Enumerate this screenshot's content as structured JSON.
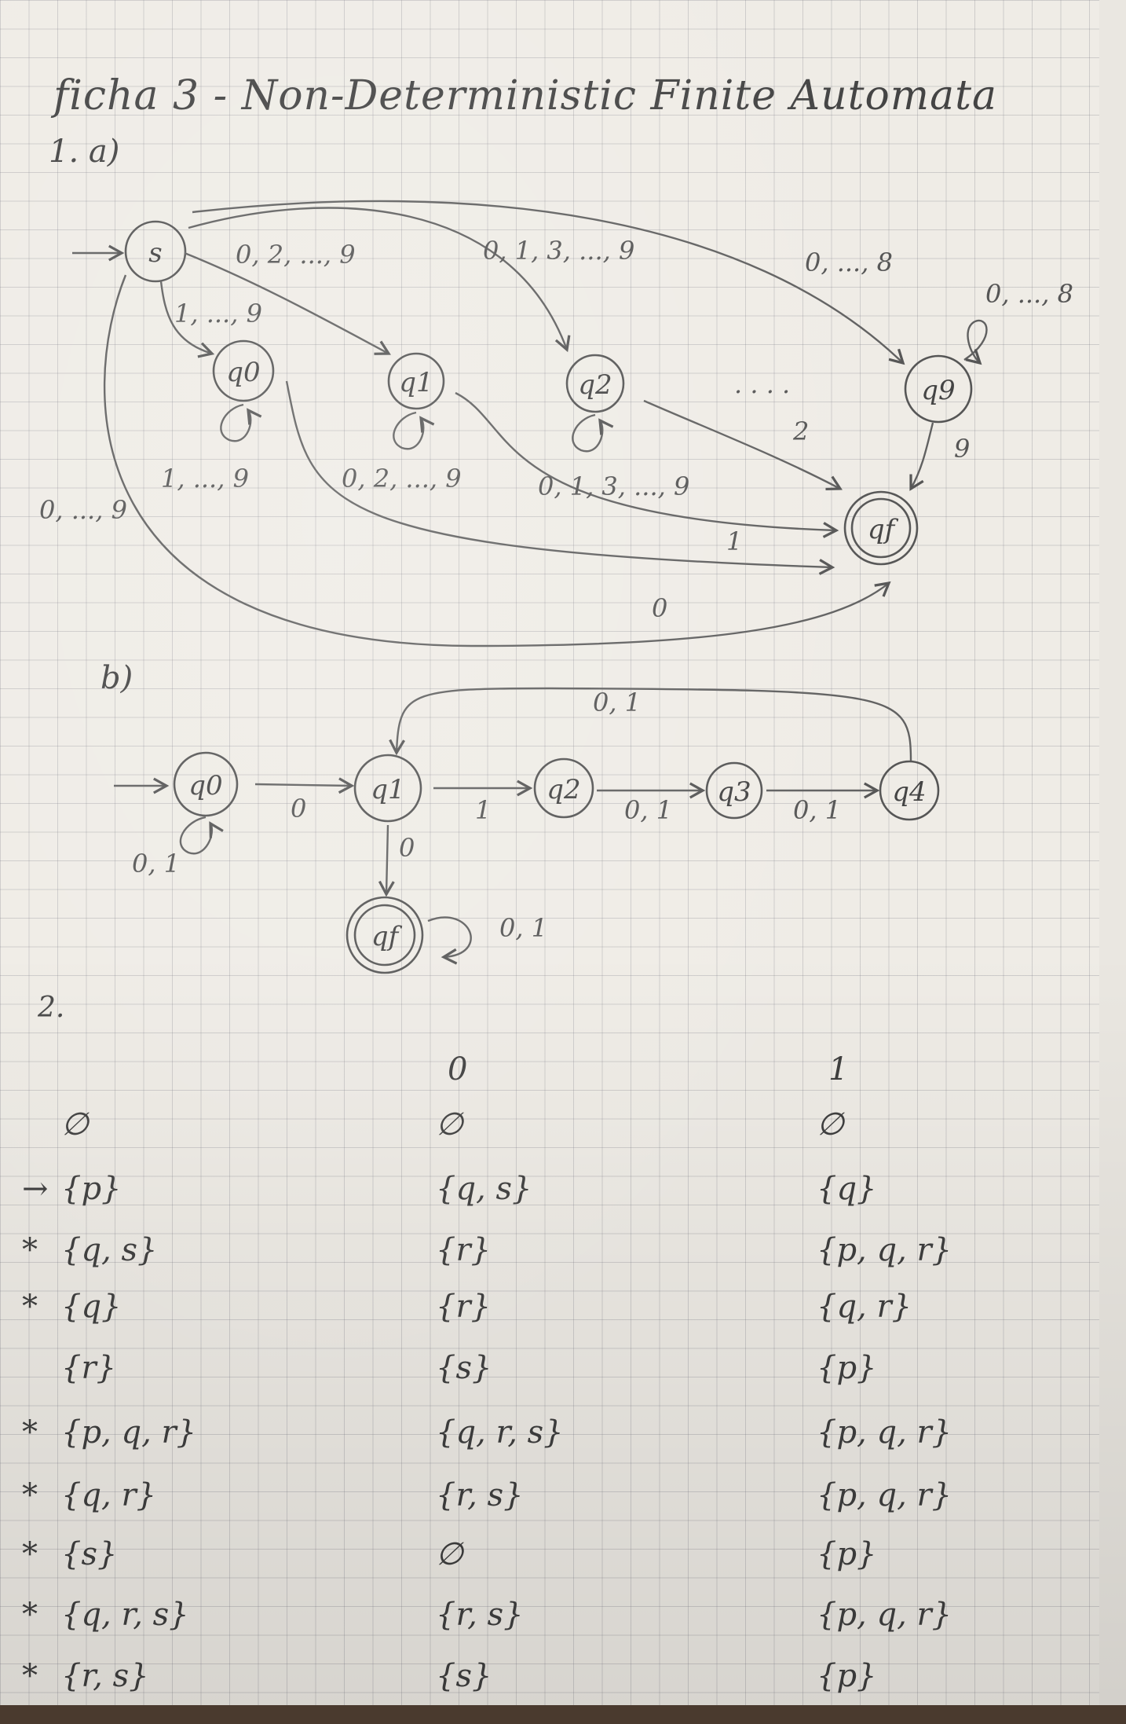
{
  "title": "ficha 3 - Non-Deterministic Finite Automata",
  "section_1a": "1. a)",
  "section_1b": "b)",
  "section_2": "2.",
  "automaton_a": {
    "states": [
      "s",
      "q0",
      "q1",
      "q2",
      "q9",
      "qf"
    ],
    "dots": ". . . .",
    "labels": {
      "s_q1": "0, 2, ..., 9",
      "s_q2": "0, 1, 3, ..., 9",
      "s_q9": "0, ..., 8",
      "q9_loop": "0, ..., 8",
      "s_q0": "1, ..., 9",
      "q0_qf": "1, ..., 9",
      "q1_qf": "0, 2, ..., 9",
      "q2_qf": "0, 1, 3, ..., 9",
      "q_to_qf_2": "2",
      "q9_qf": "9",
      "q1_qf_bottom": "1",
      "s_qf_left": "0, ..., 9",
      "s_qf_bottom": "0"
    }
  },
  "automaton_b": {
    "states": [
      "q0",
      "q1",
      "q2",
      "q3",
      "q4",
      "qf"
    ],
    "labels": {
      "q0_loop": "0, 1",
      "q0_q1": "0",
      "q1_q2": "1",
      "q2_q3": "0, 1",
      "q3_q4": "0, 1",
      "q4_q1": "0, 1",
      "q1_qf": "0",
      "qf_loop": "0, 1"
    }
  },
  "table": {
    "header": [
      "0",
      "1"
    ],
    "rows": [
      {
        "marker": "",
        "state": "∅",
        "on0": "∅",
        "on1": "∅"
      },
      {
        "marker": "→",
        "state": "{p}",
        "on0": "{q, s}",
        "on1": "{q}"
      },
      {
        "marker": "*",
        "state": "{q, s}",
        "on0": "{r}",
        "on1": "{p, q, r}"
      },
      {
        "marker": "*",
        "state": "{q}",
        "on0": "{r}",
        "on1": "{q, r}"
      },
      {
        "marker": "",
        "state": "{r}",
        "on0": "{s}",
        "on1": "{p}"
      },
      {
        "marker": "*",
        "state": "{p, q, r}",
        "on0": "{q, r, s}",
        "on1": "{p, q, r}"
      },
      {
        "marker": "*",
        "state": "{q, r}",
        "on0": "{r, s}",
        "on1": "{p, q, r}"
      },
      {
        "marker": "*",
        "state": "{s}",
        "on0": "∅",
        "on1": "{p}"
      },
      {
        "marker": "*",
        "state": "{q, r, s}",
        "on0": "{r, s}",
        "on1": "{p, q, r}"
      },
      {
        "marker": "*",
        "state": "{r, s}",
        "on0": "{s}",
        "on1": "{p}"
      }
    ]
  }
}
